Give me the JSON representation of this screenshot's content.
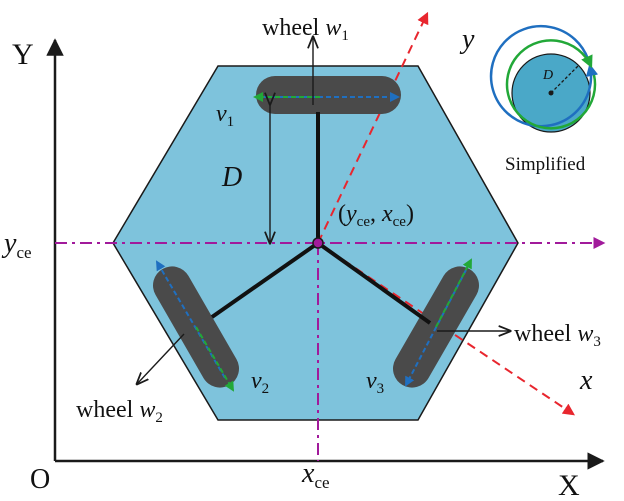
{
  "colors": {
    "hexagon_fill": "#7ec3dc",
    "hexagon_stroke": "#1a1a1a",
    "wheel": "#4a4a4a",
    "axis": "#1a1a1a",
    "center_dashdot": "#a11a9b",
    "rotated_axes": "#e8262e",
    "blue_arrow": "#1f6fc0",
    "green_arrow": "#22a838",
    "inset_disk": "#4aa8c8"
  },
  "axes": {
    "y_label": "Y",
    "x_label": "X",
    "origin_label": "O",
    "y_ce_main": "y",
    "y_ce_sub": "ce",
    "x_ce_main": "x",
    "x_ce_sub": "ce"
  },
  "rotated_axes": {
    "y_label": "y",
    "x_label": "x"
  },
  "center_label": {
    "open": "(",
    "y": "y",
    "y_sub": "ce",
    "sep": ", ",
    "x": "x",
    "x_sub": "ce",
    "close": ")"
  },
  "distance_label": "D",
  "wheels": [
    {
      "prefix": "wheel ",
      "symbol": "w",
      "sub": "1",
      "velocity": "v",
      "velocity_sub": "1"
    },
    {
      "prefix": "wheel ",
      "symbol": "w",
      "sub": "2",
      "velocity": "v",
      "velocity_sub": "2"
    },
    {
      "prefix": "wheel ",
      "symbol": "w",
      "sub": "3",
      "velocity": "v",
      "velocity_sub": "3"
    }
  ],
  "inset": {
    "d_label": "D",
    "caption": "Simplified"
  }
}
